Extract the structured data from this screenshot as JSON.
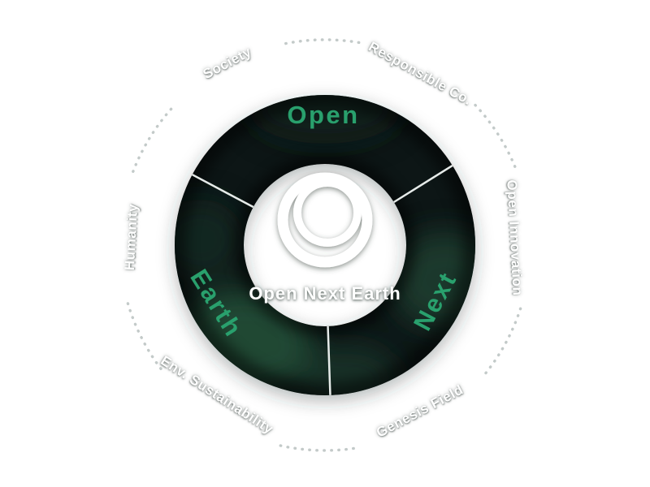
{
  "diagram": {
    "title": "Open Next Earth circular concept diagram",
    "center": {
      "label": "Open Next Earth",
      "logo": "concentric-rings"
    },
    "segments": [
      {
        "label": "Open"
      },
      {
        "label": "Next"
      },
      {
        "label": "Earth"
      }
    ],
    "outer_labels": [
      {
        "label": "Society"
      },
      {
        "label": "Responsible Co."
      },
      {
        "label": "Open Innovation"
      },
      {
        "label": "Genesis Field"
      },
      {
        "label": "Env. Sustainability"
      },
      {
        "label": "Humanity"
      }
    ],
    "colors": {
      "segment_text": "#29a06d",
      "ring": "#0d1714",
      "outer_text": "#ffffff"
    }
  }
}
